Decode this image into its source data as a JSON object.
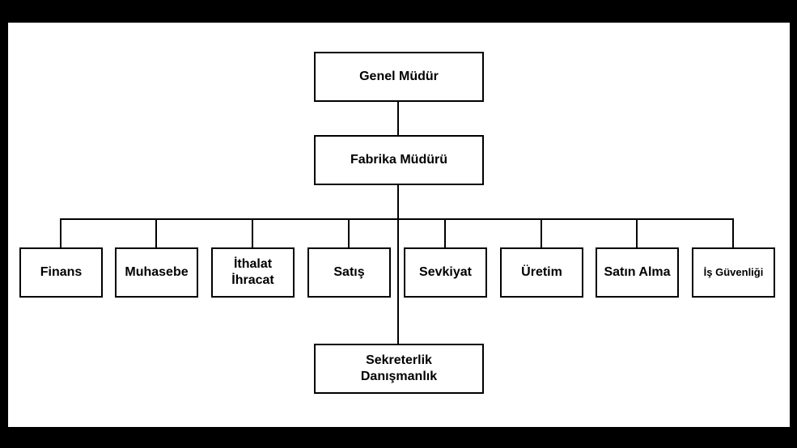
{
  "colors": {
    "background": "#ffffff",
    "line": "#000000",
    "frame": "#000000",
    "text": "#000000"
  },
  "org_chart": {
    "root": {
      "label": "Genel Müdür"
    },
    "manager": {
      "label": "Fabrika Müdürü"
    },
    "departments": [
      {
        "lines": [
          "Finans"
        ]
      },
      {
        "lines": [
          "Muhasebe"
        ]
      },
      {
        "lines": [
          "İthalat",
          "İhracat"
        ]
      },
      {
        "lines": [
          "Satış"
        ]
      },
      {
        "lines": [
          "Sevkiyat"
        ]
      },
      {
        "lines": [
          "Üretim"
        ]
      },
      {
        "lines": [
          "Satın Alma"
        ]
      },
      {
        "lines": [
          "İş Güvenliği"
        ]
      }
    ],
    "staff": {
      "lines": [
        "Sekreterlik",
        "Danışmanlık"
      ]
    }
  }
}
